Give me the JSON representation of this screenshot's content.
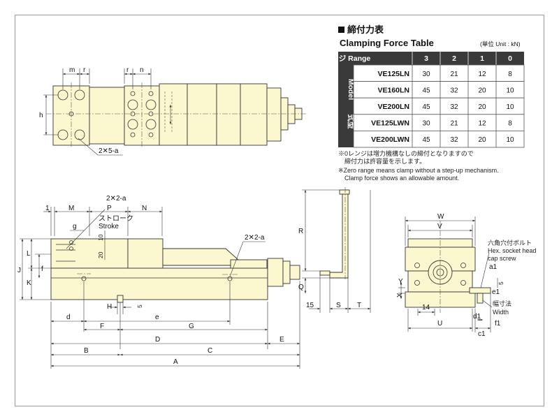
{
  "table": {
    "title_jp": "締付力表",
    "title_en": "Clamping Force Table",
    "unit": "(単位 Unit : kN)",
    "header_label": "レンジ Range",
    "ranges": [
      "3",
      "2",
      "1",
      "0"
    ],
    "side_label_en": "Model",
    "side_label_jp": "式型",
    "rows": [
      {
        "model": "VE125LN",
        "values": [
          "30",
          "21",
          "12",
          "8"
        ]
      },
      {
        "model": "VE160LN",
        "values": [
          "45",
          "32",
          "20",
          "10"
        ]
      },
      {
        "model": "VE200LN",
        "values": [
          "45",
          "32",
          "20",
          "10"
        ]
      },
      {
        "model": "VE125LWN",
        "values": [
          "30",
          "21",
          "12",
          "8"
        ]
      },
      {
        "model": "VE200LWN",
        "values": [
          "45",
          "32",
          "20",
          "10"
        ]
      }
    ]
  },
  "notes": {
    "jp_line1": "※0レンジは増力機構なしの締付となりますので",
    "jp_line2": "締付力は許容量を示します。",
    "en_line1": "※Zero range means clamp without a step-up mechanism.",
    "en_line2": "Clamp force shows an allowable amount."
  },
  "labels": {
    "top_m": "m",
    "top_r1": "r",
    "top_r2": "r",
    "top_n": "n",
    "top_h": "h",
    "top_holes": "2✕5-a",
    "side_2x2a_1": "2✕2-a",
    "side_2x2a_2": "2✕2-a",
    "stroke_jp": "ストローク",
    "stroke_en": "Stroke",
    "one": "1",
    "M": "M",
    "P": "P",
    "N": "N",
    "g": "g",
    "ten": "10",
    "twenty": "20",
    "L": "L",
    "J": "J",
    "K": "K",
    "f": "f",
    "H": "H",
    "five": "5",
    "d": "d",
    "e": "e",
    "F": "F",
    "G": "G",
    "D": "D",
    "E": "E",
    "B": "B",
    "C": "C",
    "A": "A",
    "R": "R",
    "Q": "Q",
    "fifteen": "15",
    "S": "S",
    "T": "T",
    "W": "W",
    "V": "V",
    "U": "U",
    "X": "X",
    "Y": "Y",
    "fourteen": "14",
    "d1": "d1",
    "c1": "c1",
    "a1": "a1",
    "e1": "e1",
    "f1": "f1",
    "five_r": "5",
    "bolt_jp": "六角穴付ボルト",
    "bolt_en1": "Hex. socket head",
    "bolt_en2": "cap screw",
    "width_jp": "幅寸法",
    "width_en": "Width"
  }
}
